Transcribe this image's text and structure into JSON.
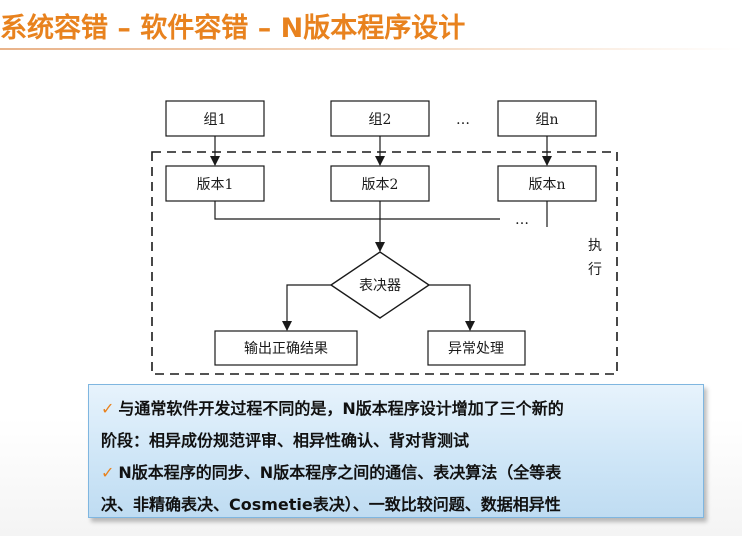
{
  "title": "系统容错 – 软件容错 – N版本程序设计",
  "diagram": {
    "groups": [
      "组1",
      "组2",
      "组n"
    ],
    "versions": [
      "版本1",
      "版本2",
      "版本n"
    ],
    "ellipsis_top": "…",
    "ellipsis_mid": "…",
    "voter": "表决器",
    "outputs": [
      "输出正确结果",
      "异常处理"
    ],
    "exec_label_1": "执",
    "exec_label_2": "行"
  },
  "notes": {
    "bullet_1_line_1": "与通常软件开发过程不同的是，N版本程序设计增加了三个新的",
    "bullet_1_line_2": "阶段：相异成份规范评审、相异性确认、背对背测试",
    "bullet_2_line_1": "N版本程序的同步、N版本程序之间的通信、表决算法（全等表",
    "bullet_2_line_2": "决、非精确表决、Cosmetie表决）、一致比较问题、数据相异性"
  },
  "colors": {
    "title": "#e8821e",
    "check": "#e8821e",
    "note_border": "#7fb6e0",
    "line": "#1a1a1a"
  }
}
